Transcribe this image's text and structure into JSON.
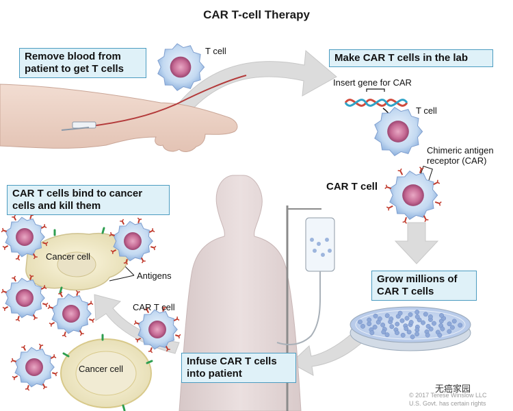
{
  "title": "CAR T-cell Therapy",
  "steps": {
    "remove_blood": "Remove blood from patient to get T cells",
    "make_car": "Make CAR T cells in the lab",
    "grow": "Grow millions of CAR T cells",
    "infuse": "Infuse CAR T cells into patient",
    "bind_kill": "CAR T cells bind to cancer cells and kill them"
  },
  "labels": {
    "t_cell": "T cell",
    "insert_gene": "Insert gene for CAR",
    "t_cell_2": "T cell",
    "chimeric": "Chimeric antigen receptor (CAR)",
    "car_t_cell": "CAR T cell",
    "cancer_cell_top": "Cancer cell",
    "antigens": "Antigens",
    "car_t_cell_small": "CAR T cell",
    "cancer_cell_bottom": "Cancer cell"
  },
  "credit": {
    "line1": "© 2017 Terese Winslow LLC",
    "line2": "U.S. Govt. has certain rights"
  },
  "watermark": "无癌家园",
  "colors": {
    "box_fill": "#dff1f8",
    "box_border": "#4a9bc0",
    "cell_body": "#b9d3ef",
    "nucleus": "#b03a6a",
    "car_receptor": "#c0392b",
    "antigen": "#2e9e4f",
    "arrow": "#cfcfcf"
  }
}
